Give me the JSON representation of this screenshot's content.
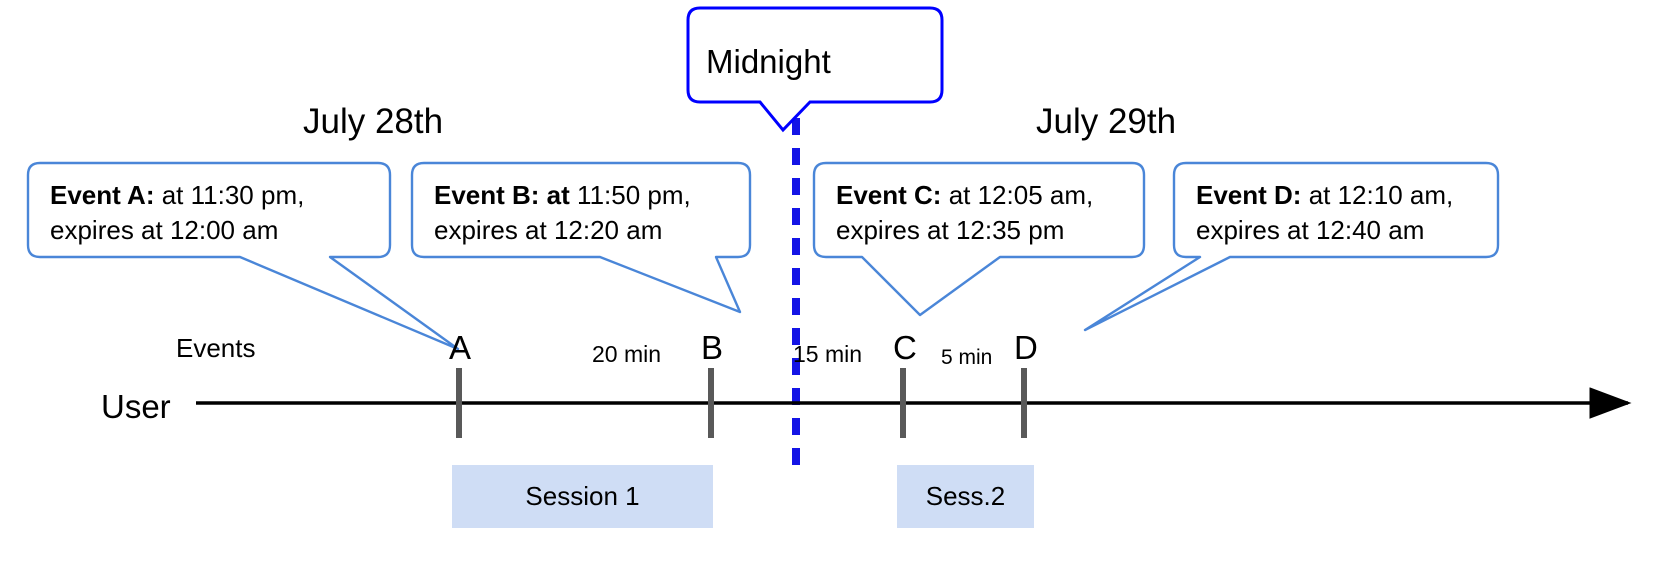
{
  "diagram": {
    "title_hidden": "Event expiry across midnight timeline",
    "colors": {
      "callout_border": "#4a86d8",
      "midnight_border": "#0000ff",
      "midnight_dash": "#1414e6",
      "session_fill": "#cfddf5",
      "axis": "#000000",
      "tick": "#595959",
      "text": "#000000"
    }
  },
  "day_labels": [
    {
      "text": "July 28th"
    },
    {
      "text": "July 29th"
    }
  ],
  "midnight_callout": {
    "label": "Midnight"
  },
  "callouts": [
    {
      "id": "event-a",
      "bold": "Event A:",
      "rest": " at 11:30 pm,",
      "line2": "expires at 12:00 am"
    },
    {
      "id": "event-b",
      "bold": "Event B: at",
      "rest": " 11:50 pm,",
      "line2": "expires at 12:20 am"
    },
    {
      "id": "event-c",
      "bold": "Event C:",
      "rest": " at 12:05 am,",
      "line2": "expires at 12:35 pm"
    },
    {
      "id": "event-d",
      "bold": "Event D:",
      "rest": "  at 12:10 am,",
      "line2": "expires at 12:40 am"
    }
  ],
  "axis": {
    "row_label": "User",
    "events_label": "Events"
  },
  "markers": [
    {
      "label": "A"
    },
    {
      "label": "B"
    },
    {
      "label": "C"
    },
    {
      "label": "D"
    }
  ],
  "intervals": [
    {
      "label": "20 min"
    },
    {
      "label": "15 min"
    },
    {
      "label": "5 min"
    }
  ],
  "sessions": [
    {
      "label": "Session 1"
    },
    {
      "label": "Sess.2"
    }
  ],
  "chart_data": {
    "type": "timeline",
    "title": "Event expiry across midnight",
    "day_boundary": "Midnight",
    "days": [
      "July 28th",
      "July 29th"
    ],
    "events": [
      {
        "name": "A",
        "at": "11:30 pm",
        "expires": "12:00 am",
        "day": "July 28th"
      },
      {
        "name": "B",
        "at": "11:50 pm",
        "expires": "12:20 am",
        "day": "July 28th"
      },
      {
        "name": "C",
        "at": "12:05 am",
        "expires": "12:35 pm",
        "day": "July 29th"
      },
      {
        "name": "D",
        "at": "12:10 am",
        "expires": "12:40 am",
        "day": "July 29th"
      }
    ],
    "gaps": [
      {
        "from": "A",
        "to": "B",
        "label": "20 min"
      },
      {
        "from": "B",
        "to": "C",
        "label": "15 min"
      },
      {
        "from": "C",
        "to": "D",
        "label": "5 min"
      }
    ],
    "sessions": [
      {
        "label": "Session 1",
        "covers": [
          "A",
          "B"
        ]
      },
      {
        "label": "Sess.2",
        "covers": [
          "C",
          "D"
        ]
      }
    ]
  }
}
